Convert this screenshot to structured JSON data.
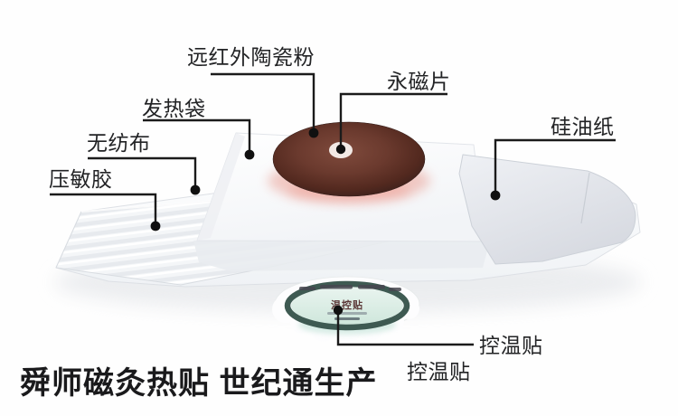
{
  "title": {
    "text": "舜师磁灸热贴 世纪通生产"
  },
  "labels": {
    "ceramic_powder": "远红外陶瓷粉",
    "magnet": "永磁片",
    "heating_bag": "发热袋",
    "nonwoven": "无纺布",
    "adhesive": "压敏胶",
    "silicone_paper": "硅油纸",
    "temp_patch_1": "控温贴",
    "temp_patch_2": "控温贴"
  },
  "patch": {
    "center_text": "温控贴",
    "ring_color": "#3e5a52",
    "inner_color": "#d8ebe3"
  },
  "colors": {
    "connector": "#1b1b1b",
    "disc_dark": "#3a201b",
    "disc_mid": "#6b3a2e",
    "disc_light": "#7f4a3c",
    "disc_glow": "#e89a8e",
    "label_text": "#222325",
    "title_text": "#1a1a1c"
  }
}
